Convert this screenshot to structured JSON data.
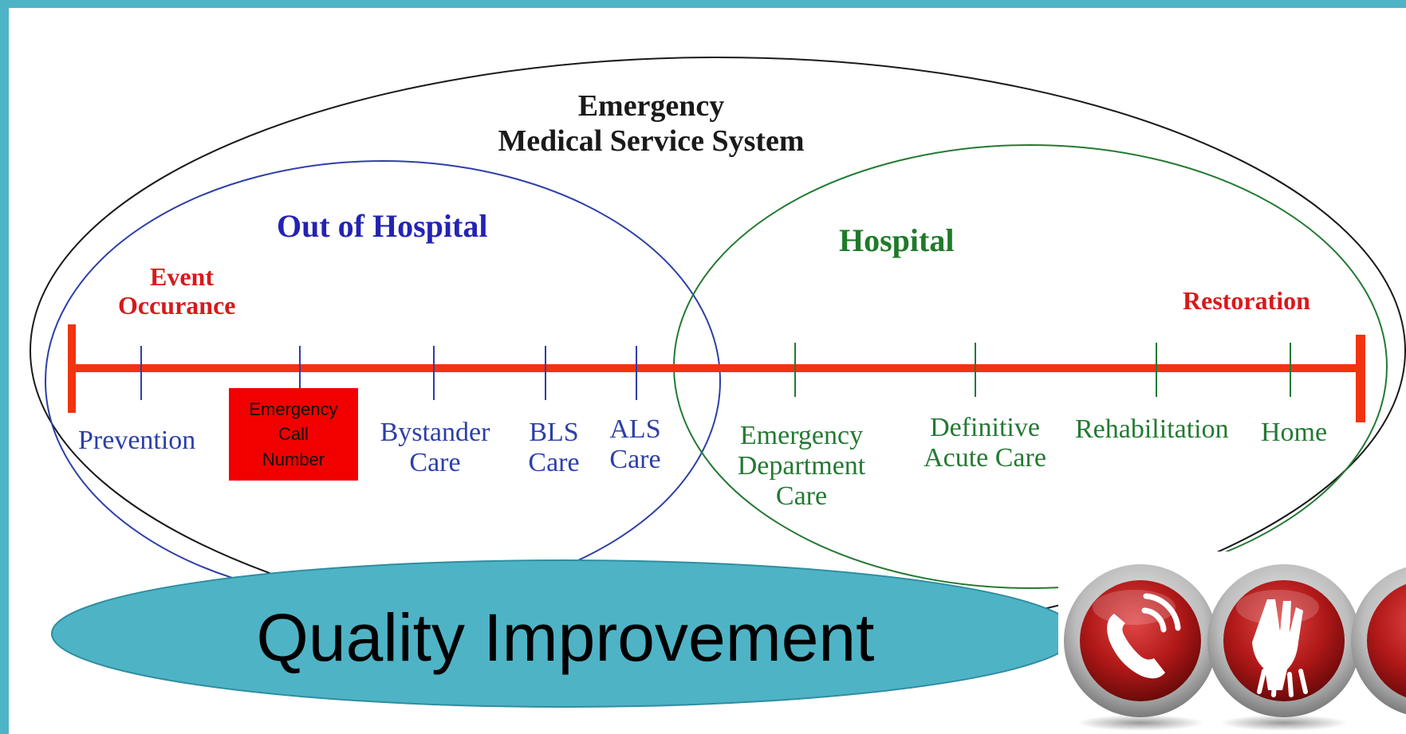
{
  "diagram": {
    "title_line1": "Emergency",
    "title_line2": "Medical Service System",
    "out_of_hospital_heading": "Out of Hospital",
    "hospital_heading": "Hospital",
    "event_occurance_line1": "Event",
    "event_occurance_line2": "Occurance",
    "restoration": "Restoration",
    "stages": {
      "prevention": "Prevention",
      "bystander_line1": "Bystander",
      "bystander_line2": "Care",
      "bls_line1": "BLS",
      "bls_line2": "Care",
      "als_line1": "ALS",
      "als_line2": "Care",
      "ed_line1": "Emergency",
      "ed_line2": "Department",
      "ed_line3": "Care",
      "definitive_line1": "Definitive",
      "definitive_line2": "Acute Care",
      "rehabilitation": "Rehabilitation",
      "home": "Home"
    },
    "call_box_line1": "Emergency",
    "call_box_line2": "Call",
    "call_box_line3": "Number"
  },
  "banner": {
    "quality_improvement": "Quality Improvement"
  },
  "icons": [
    "phone-icon",
    "cpr-hands-icon"
  ],
  "colors": {
    "frame_border": "#4fb3c6",
    "timeline": "#f2330f",
    "out_of_hospital": "#2d3fa8",
    "hospital": "#237a32",
    "milestone_red": "#d71a1a",
    "call_box": "#f20000",
    "banner_fill": "#4fb3c6",
    "icon_button": "#b01818"
  }
}
